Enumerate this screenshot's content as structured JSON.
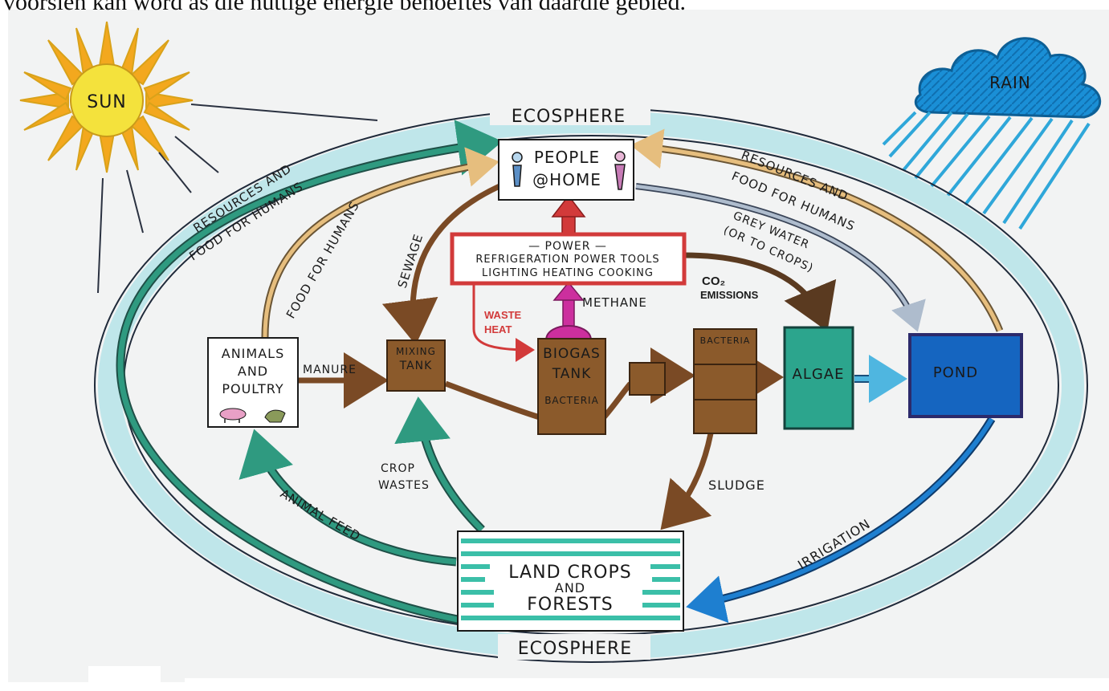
{
  "caption_fragment": "voorsien kan word as die nuttige energie behoeftes van daardie gebied.",
  "labels": {
    "sun": "SUN",
    "rain": "RAIN",
    "ecosphere_top": "ECOSPHERE",
    "ecosphere_bottom": "ECOSPHERE",
    "people_line1": "PEOPLE",
    "people_line2": "@HOME",
    "power_title": "— POWER —",
    "power_line1": "REFRIGERATION  POWER TOOLS",
    "power_line2": "LIGHTING  HEATING  COOKING",
    "animals_line1": "ANIMALS",
    "animals_line2": "AND",
    "animals_line3": "POULTRY",
    "mixing_line1": "MIXING",
    "mixing_line2": "TANK",
    "biogas_line1": "BIOGAS",
    "biogas_line2": "TANK",
    "biogas_line3": "BACTERIA",
    "bacteria": "BACTERIA",
    "algae": "ALGAE",
    "pond": "POND",
    "land_line1": "LAND CROPS",
    "land_line2": "AND",
    "land_line3": "FORESTS"
  },
  "flows": {
    "resources_left_1": "RESOURCES AND",
    "resources_left_2": "FOOD FOR HUMANS",
    "food_for_humans": "FOOD FOR HUMANS",
    "sewage": "SEWAGE",
    "manure": "MANURE",
    "methane": "METHANE",
    "waste_heat_1": "WASTE",
    "waste_heat_2": "HEAT",
    "co2_1": "CO₂",
    "co2_2": "EMISSIONS",
    "grey_water_1": "GREY WATER",
    "grey_water_2": "(OR TO CROPS)",
    "resources_right_1": "RESOURCES AND",
    "resources_right_2": "FOOD FOR HUMANS",
    "crop_wastes_1": "CROP",
    "crop_wastes_2": "WASTES",
    "animal_feed": "ANIMAL FEED",
    "sludge": "SLUDGE",
    "irrigation": "IRRIGATION"
  },
  "colors": {
    "ecosphere": "#bfe6ea",
    "teal_arrow": "#2f9a80",
    "brown": "#7a4a25",
    "tan_arrow": "#e6be7e",
    "grey_arrow": "#aebccd",
    "power_red": "#d23a3a",
    "methane_magenta": "#cc2f9e",
    "algae_green": "#2ca58d",
    "pond_blue": "#1565c0",
    "rain_blue": "#1a8fd6",
    "sun_yellow": "#f4e23c",
    "sun_orange": "#f3a81e"
  }
}
